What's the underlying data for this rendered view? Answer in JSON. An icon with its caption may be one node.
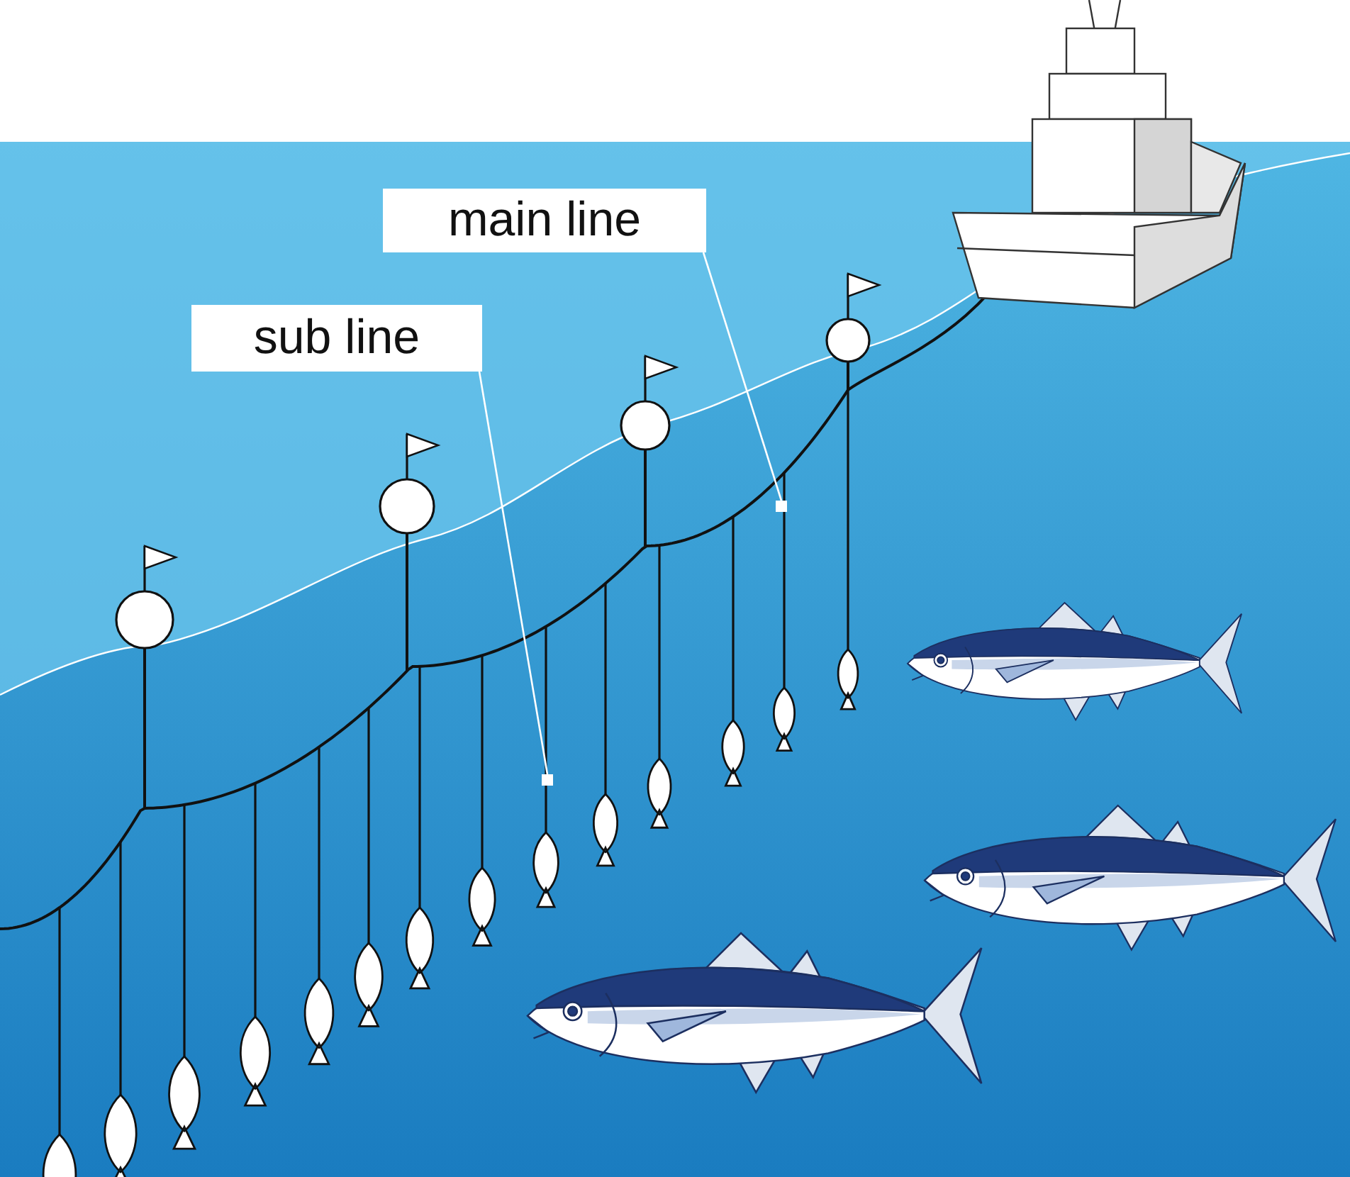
{
  "diagram": {
    "nodes": [
      {
        "text": [
          "main line"
        ]
      },
      {
        "text": [],
        "shape": "box"
      },
      {
        "text": [
          "sub line"
        ]
      },
      {
        "text": [],
        "shape": "box"
      }
    ],
    "edges": [
      {
        "from": 0,
        "to": 1,
        "arrow": "none"
      },
      {
        "from": 2,
        "to": 3,
        "arrow": "none"
      }
    ]
  }
}
